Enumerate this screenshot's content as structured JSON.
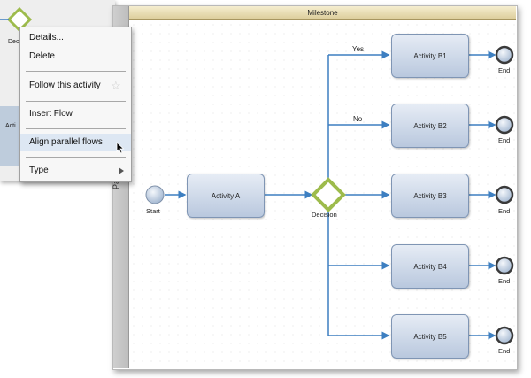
{
  "background_window": {
    "node_label_partial": "Dec",
    "activity_partial": "Acti"
  },
  "canvas": {
    "lane_header": "Milestone",
    "participant_label": "Participa"
  },
  "context_menu": {
    "items": [
      {
        "label": "Details..."
      },
      {
        "label": "Delete"
      },
      {
        "label": "Follow this activity",
        "icon": "star-icon"
      },
      {
        "label": "Insert Flow"
      },
      {
        "label": "Align parallel flows"
      },
      {
        "label": "Type",
        "icon": "submenu-arrow-icon"
      }
    ]
  },
  "diagram": {
    "start_label": "Start",
    "activity_a": "Activity A",
    "decision_label": "Decision",
    "flow_labels": {
      "yes": "Yes",
      "no": "No"
    },
    "branches": [
      {
        "activity": "Activity B1",
        "end_label": "End"
      },
      {
        "activity": "Activity B2",
        "end_label": "End"
      },
      {
        "activity": "Activity B3",
        "end_label": "End"
      },
      {
        "activity": "Activity B4",
        "end_label": "End"
      },
      {
        "activity": "Activity B5",
        "end_label": "End"
      }
    ]
  },
  "colors": {
    "flow_line": "#3d7fc1",
    "decision_border": "#9dbb4c",
    "activity_fill": "#c6d3e6",
    "menu_highlight": "#dde7f3"
  }
}
